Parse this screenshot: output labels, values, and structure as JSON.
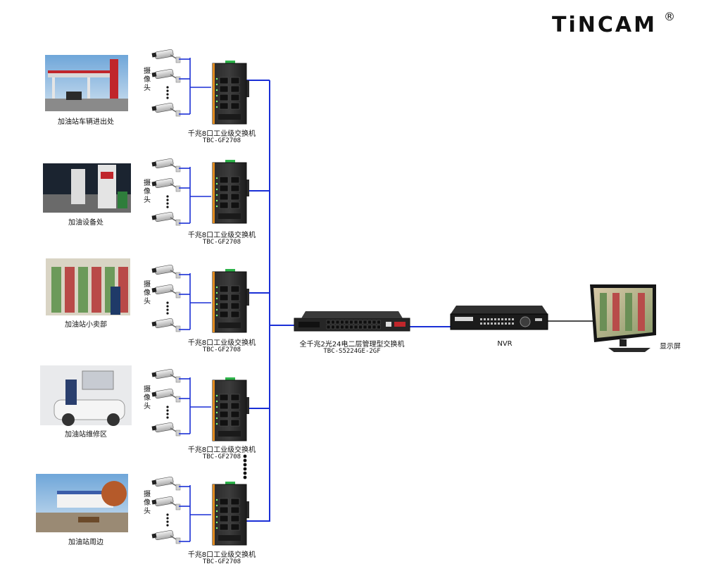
{
  "brand": {
    "name": "TiNCAM",
    "registered": "®"
  },
  "site_groups": [
    {
      "location": "加油站车辆进出处",
      "camera_label": "摄像头",
      "switch_name": "千兆8口工业级交换机",
      "switch_model": "TBC-GF2708",
      "photo": "gas-station-entrance-photo"
    },
    {
      "location": "加油设备处",
      "camera_label": "摄像头",
      "switch_name": "千兆8口工业级交换机",
      "switch_model": "TBC-GF2708",
      "photo": "fuel-dispenser-photo"
    },
    {
      "location": "加油站小卖部",
      "camera_label": "摄像头",
      "switch_name": "千兆8口工业级交换机",
      "switch_model": "TBC-GF2708",
      "photo": "convenience-store-photo"
    },
    {
      "location": "加油站维修区",
      "camera_label": "摄像头",
      "switch_name": "千兆8口工业级交换机",
      "switch_model": "TBC-GF2708",
      "photo": "repair-area-photo"
    },
    {
      "location": "加油站周边",
      "camera_label": "摄像头",
      "switch_name": "千兆8口工业级交换机",
      "switch_model": "TBC-GF2708",
      "photo": "station-surroundings-photo"
    }
  ],
  "core_switch": {
    "name": "全千兆2光24电二层管理型交换机",
    "model": "TBC-S5224GE-2GF"
  },
  "nvr": {
    "name": "NVR"
  },
  "monitor": {
    "name": "显示屏"
  },
  "colors": {
    "link": "#1a2fd6",
    "monitor_link": "#111111",
    "switch_accent": "#e08a1e",
    "din_clip": "#2db34a"
  }
}
